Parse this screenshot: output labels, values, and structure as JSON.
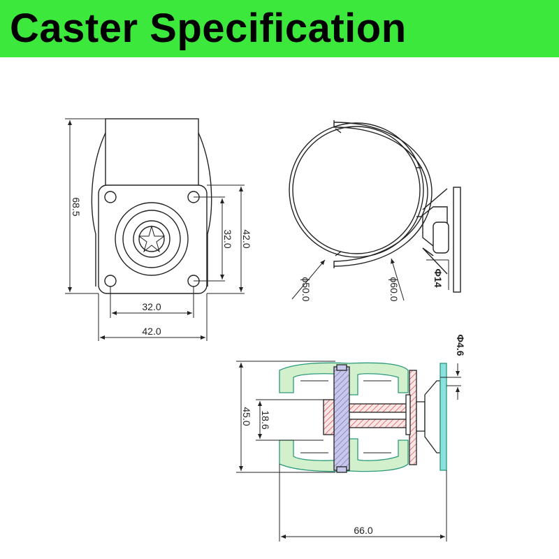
{
  "title": "Caster Specification",
  "colors": {
    "banner": "#3ce83c",
    "wheel_fill": "#d3f0cc",
    "wheel_outline": "#2a9a7a",
    "axle_fill": "#c7c7ec",
    "bracket_hatch": "#d44a4a",
    "plate_fill": "#8de0e0",
    "line": "#222222"
  },
  "dimensions": {
    "overall_height": "68.5",
    "plate_bolt_spacing_v": "32.0",
    "plate_width_v": "42.0",
    "plate_bolt_spacing_h": "32.0",
    "plate_width_h": "42.0",
    "wheel_diameter": "ϕ50.0",
    "outer_diameter": "ϕ60.0",
    "bolt_hole": "Φ14",
    "plate_thickness": "Φ4.6",
    "wheel_width": "45.0",
    "hub_width": "18.6",
    "overall_length": "66.0"
  }
}
